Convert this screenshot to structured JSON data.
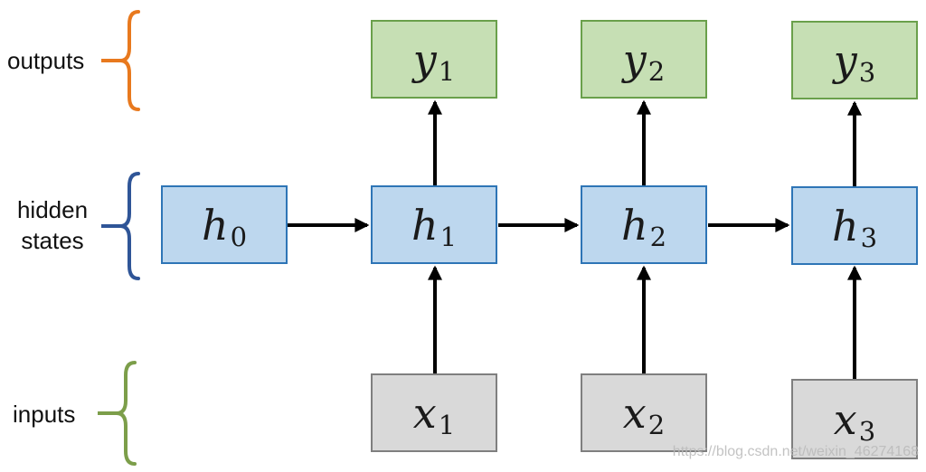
{
  "diagram": {
    "type": "rnn-unrolled-network",
    "row_labels": {
      "outputs": "outputs",
      "hidden_line1": "hidden",
      "hidden_line2": "states",
      "inputs": "inputs"
    },
    "nodes": {
      "y1": {
        "base": "y",
        "sub": "1",
        "row": "outputs"
      },
      "y2": {
        "base": "y",
        "sub": "2",
        "row": "outputs"
      },
      "y3": {
        "base": "y",
        "sub": "3",
        "row": "outputs"
      },
      "h0": {
        "base": "h",
        "sub": "0",
        "row": "hidden states"
      },
      "h1": {
        "base": "h",
        "sub": "1",
        "row": "hidden states"
      },
      "h2": {
        "base": "h",
        "sub": "2",
        "row": "hidden states"
      },
      "h3": {
        "base": "h",
        "sub": "3",
        "row": "hidden states"
      },
      "x1": {
        "base": "x",
        "sub": "1",
        "row": "inputs"
      },
      "x2": {
        "base": "x",
        "sub": "2",
        "row": "inputs"
      },
      "x3": {
        "base": "x",
        "sub": "3",
        "row": "inputs"
      }
    },
    "edges": [
      {
        "from": "h0",
        "to": "h1"
      },
      {
        "from": "h1",
        "to": "h2"
      },
      {
        "from": "h2",
        "to": "h3"
      },
      {
        "from": "x1",
        "to": "h1"
      },
      {
        "from": "x2",
        "to": "h2"
      },
      {
        "from": "x3",
        "to": "h3"
      },
      {
        "from": "h1",
        "to": "y1"
      },
      {
        "from": "h2",
        "to": "y2"
      },
      {
        "from": "h3",
        "to": "y3"
      }
    ]
  },
  "watermark": "https://blog.csdn.net/weixin_46274168",
  "colors": {
    "output_fill": "#C6DFB4",
    "output_border": "#6AA04B",
    "hidden_fill": "#BDD7EE",
    "hidden_border": "#2E75B6",
    "input_fill": "#D9D9D9",
    "input_border": "#7F7F7F",
    "outputs_brace": "#E8791E",
    "hidden_brace": "#2F5597",
    "inputs_brace": "#7C9E4A",
    "arrow": "#000000"
  }
}
